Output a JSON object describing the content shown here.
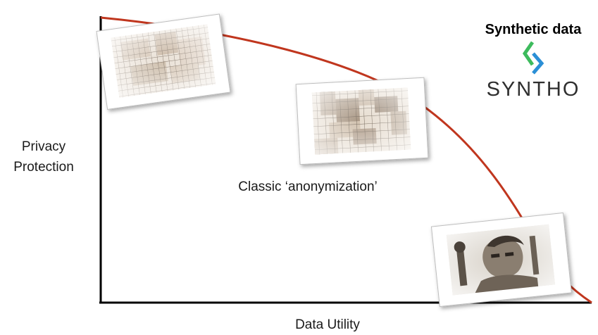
{
  "labels": {
    "y_axis_line1": "Privacy",
    "y_axis_line2": "Protection",
    "x_axis": "Data Utility",
    "middle_annotation": "Classic ‘anonymization’"
  },
  "brand": {
    "title": "Synthetic data",
    "name": "SYNTHO",
    "logo_icon": "syntho-s-chevron-icon",
    "colors": {
      "green": "#3dbb5d",
      "blue": "#2b8fd6",
      "text": "#2f2f2f"
    }
  },
  "curve": {
    "color": "#c0361e"
  },
  "photos": [
    {
      "name": "photo-heavily-pixelated",
      "icon": "pixelated-portrait-icon",
      "grid_cells": 16
    },
    {
      "name": "photo-medium-pixelated",
      "icon": "pixelated-portrait-icon",
      "grid_cells": 9
    },
    {
      "name": "photo-original-portrait",
      "icon": "portrait-photo-icon",
      "grid_cells": 0
    }
  ]
}
